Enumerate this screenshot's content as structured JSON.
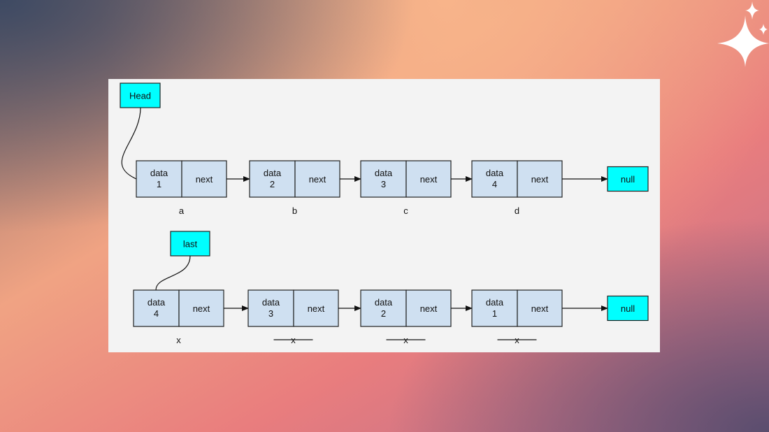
{
  "rows": [
    {
      "pointer": "Head",
      "nodes": [
        {
          "data_label": "data",
          "value": "1",
          "next_label": "next",
          "name": "a",
          "struck": false
        },
        {
          "data_label": "data",
          "value": "2",
          "next_label": "next",
          "name": "b",
          "struck": false
        },
        {
          "data_label": "data",
          "value": "3",
          "next_label": "next",
          "name": "c",
          "struck": false
        },
        {
          "data_label": "data",
          "value": "4",
          "next_label": "next",
          "name": "d",
          "struck": false
        }
      ],
      "terminal": "null"
    },
    {
      "pointer": "last",
      "nodes": [
        {
          "data_label": "data",
          "value": "4",
          "next_label": "next",
          "name": "x",
          "struck": false
        },
        {
          "data_label": "data",
          "value": "3",
          "next_label": "next",
          "name": "x",
          "struck": true
        },
        {
          "data_label": "data",
          "value": "2",
          "next_label": "next",
          "name": "x",
          "struck": true
        },
        {
          "data_label": "data",
          "value": "1",
          "next_label": "next",
          "name": "x",
          "struck": true
        }
      ],
      "terminal": "null"
    }
  ],
  "colors": {
    "pointer_fill": "#00ffff",
    "node_fill": "#cfe0f1",
    "canvas": "#f3f3f3"
  }
}
